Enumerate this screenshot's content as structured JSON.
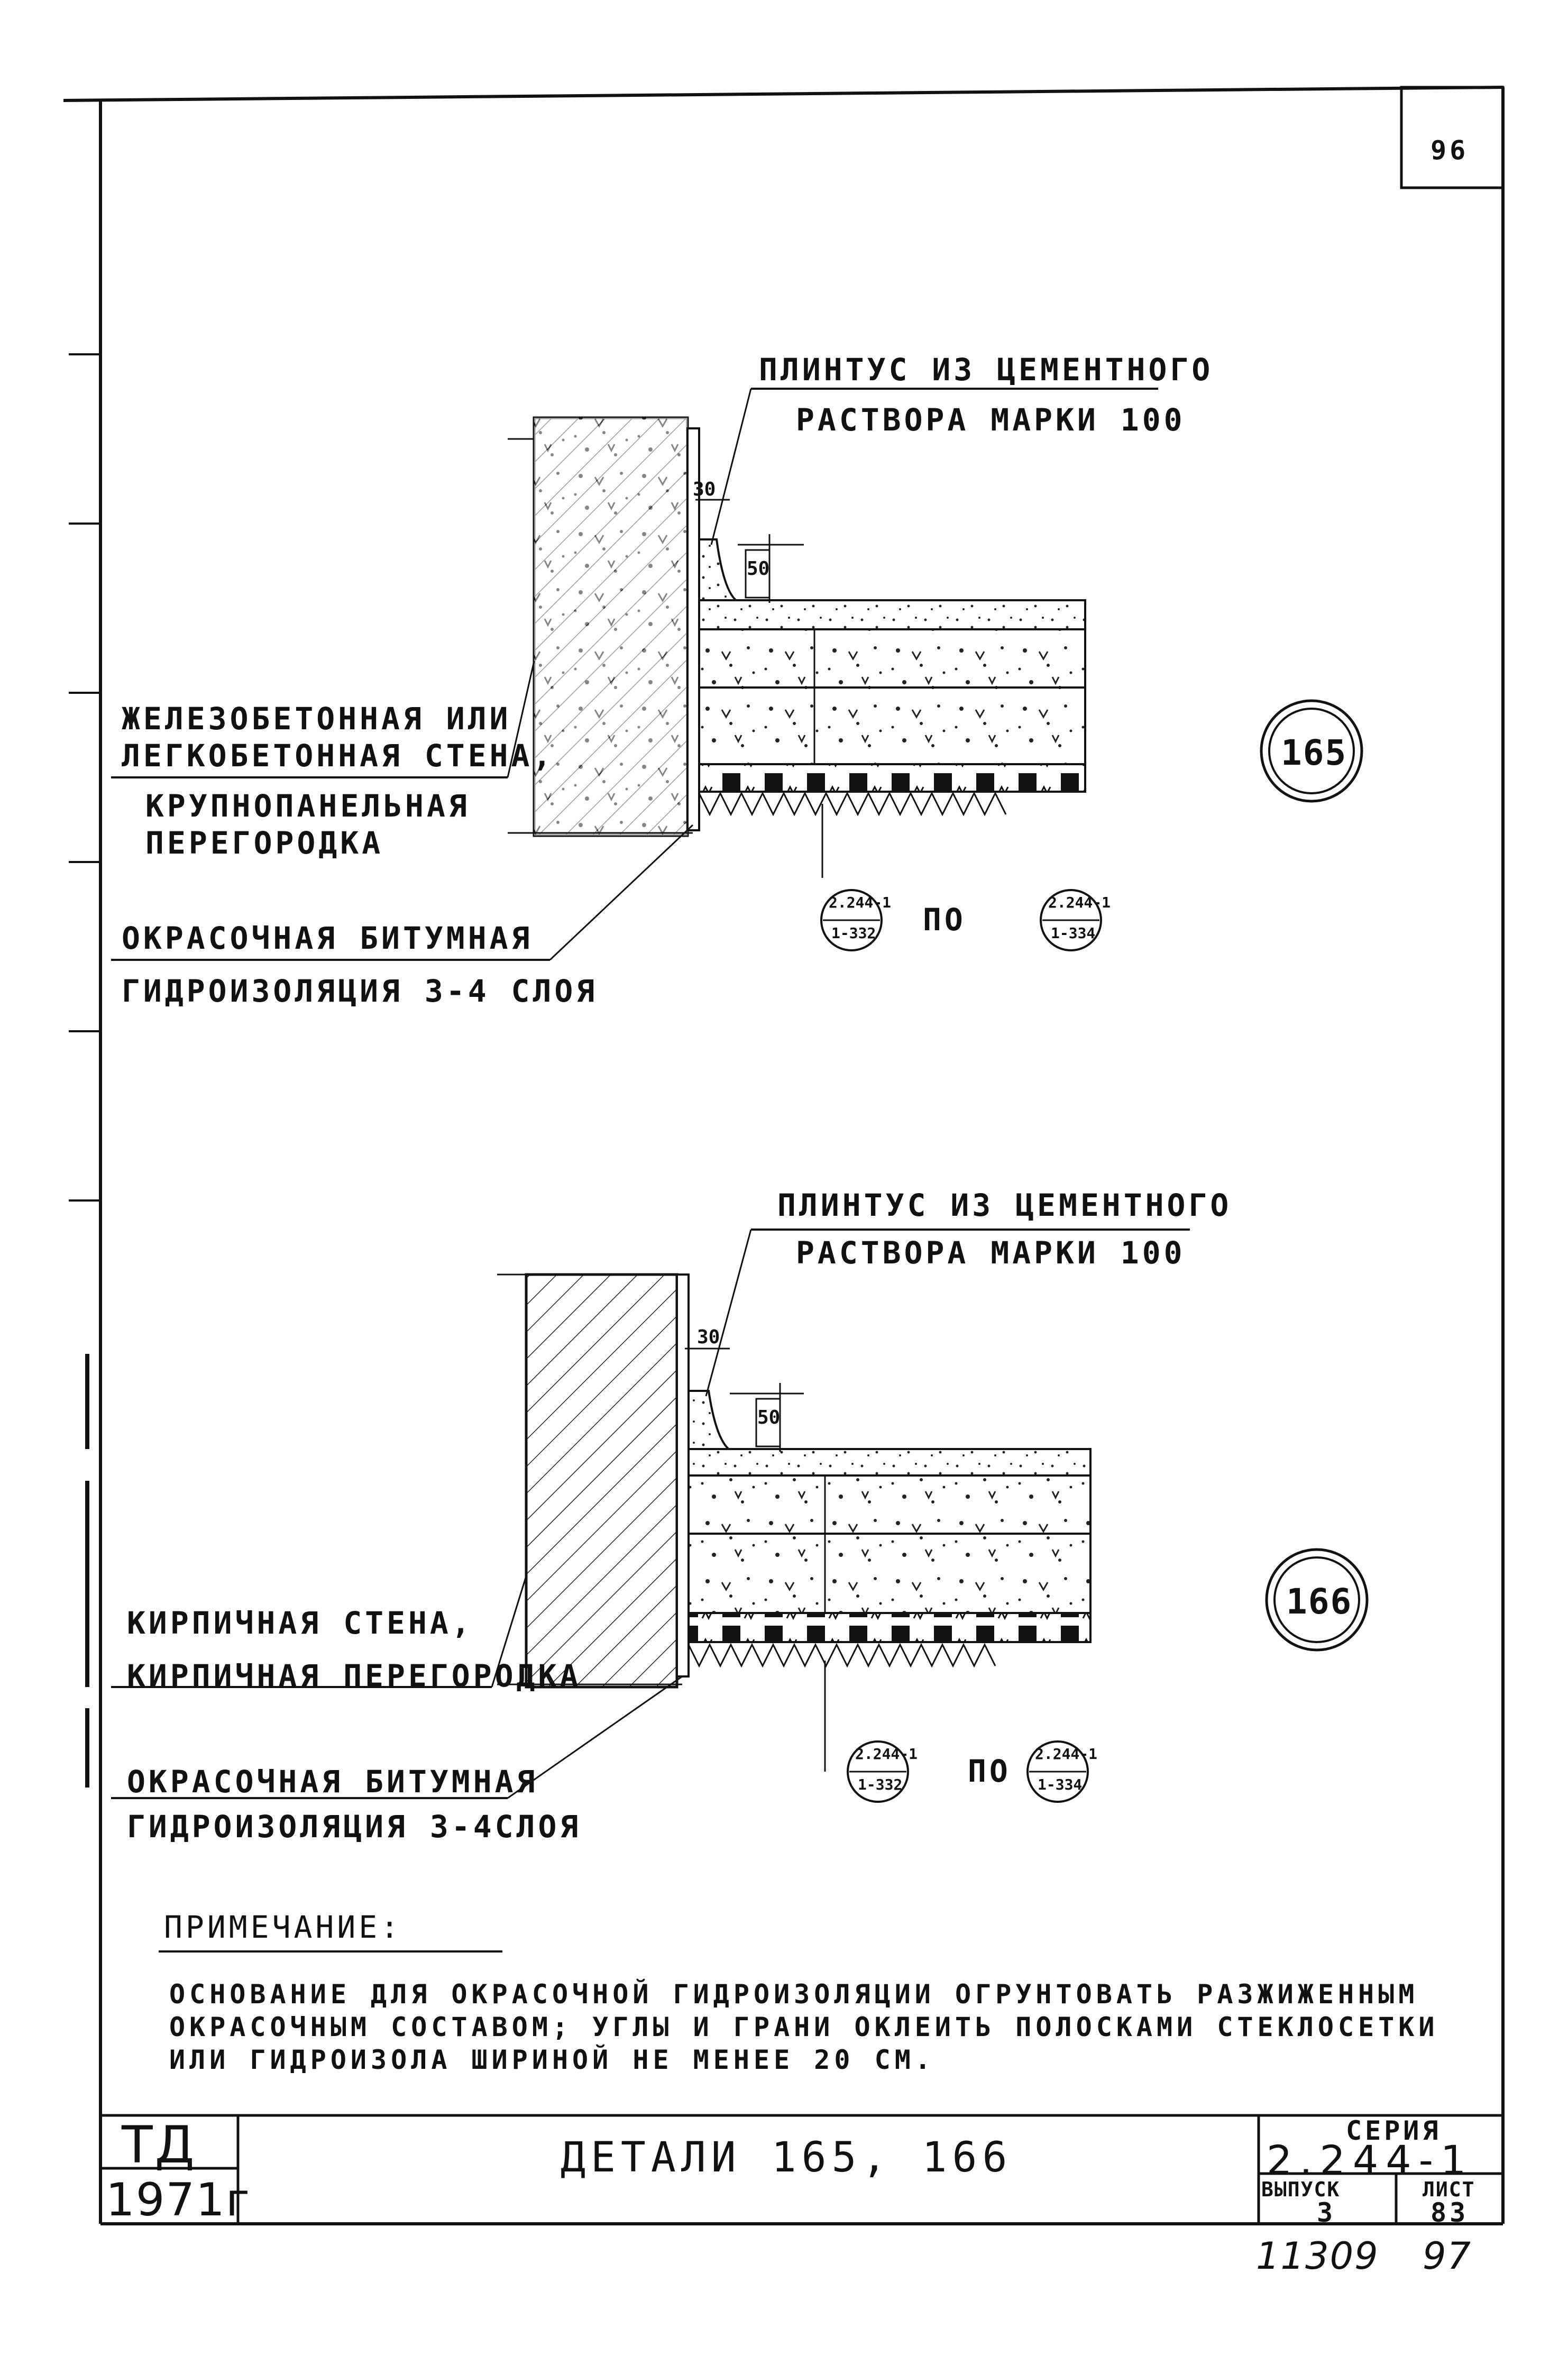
{
  "sheet_number": "96",
  "bottom_numbers": {
    "left": "11309",
    "right": "97"
  },
  "detail_165": {
    "plinth_line1": "ПЛИНТУС ИЗ ЦЕМЕНТНОГО",
    "plinth_line2": "РАСТВОРА МАРКИ 100",
    "wall_line1": "ЖЕЛЕЗОБЕТОННАЯ ИЛИ",
    "wall_line2": "ЛЕГКОБЕТОННАЯ СТЕНА,",
    "wall_line3": "КРУПНОПАНЕЛЬНАЯ",
    "wall_line4": "ПЕРЕГОРОДКА",
    "insulation_line1": "ОКРАСОЧНАЯ БИТУМНАЯ",
    "insulation_line2": "ГИДРОИЗОЛЯЦИЯ 3-4 СЛОЯ",
    "dim_top": "30",
    "dim_side": "50",
    "ref_from_top": "2.244-1",
    "ref_from_bottom": "1-332",
    "ref_word": "ПО",
    "ref_to_top": "2.244-1",
    "ref_to_bottom": "1-334",
    "number": "165"
  },
  "detail_166": {
    "plinth_line1": "ПЛИНТУС ИЗ ЦЕМЕНТНОГО",
    "plinth_line2": "РАСТВОРА МАРКИ 100",
    "wall_line1": "КИРПИЧНАЯ СТЕНА,",
    "wall_line2": "КИРПИЧНАЯ ПЕРЕГОРОДКА",
    "insulation_line1": "ОКРАСОЧНАЯ БИТУМНАЯ",
    "insulation_line2": "ГИДРОИЗОЛЯЦИЯ 3-4СЛОЯ",
    "dim_top": "30",
    "dim_side": "50",
    "ref_from_top": "2.244-1",
    "ref_from_bottom": "1-332",
    "ref_word": "ПО",
    "ref_to_top": "2.244-1",
    "ref_to_bottom": "1-334",
    "number": "166"
  },
  "note": {
    "heading": "ПРИМЕЧАНИЕ:",
    "text": "ОСНОВАНИЕ ДЛЯ ОКРАСОЧНОЙ ГИДРОИЗОЛЯЦИИ ОГРУНТОВАТЬ РАЗЖИЖЕННЫМ ОКРАСОЧНЫМ СОСТАВОМ; УГЛЫ И ГРАНИ ОКЛЕИТЬ ПОЛОСКАМИ СТЕКЛОСЕТКИ ИЛИ ГИДРОИЗОЛА ШИРИНОЙ НЕ МЕНЕЕ 20 СМ."
  },
  "title_block": {
    "org": "ТД",
    "year": "1971г",
    "title": "ДЕТАЛИ 165, 166",
    "series_label": "СЕРИЯ",
    "series_value": "2.244-1",
    "issue_label": "ВЫПУСК",
    "issue_value": "3",
    "sheet_label": "ЛИСТ",
    "sheet_value": "83"
  }
}
